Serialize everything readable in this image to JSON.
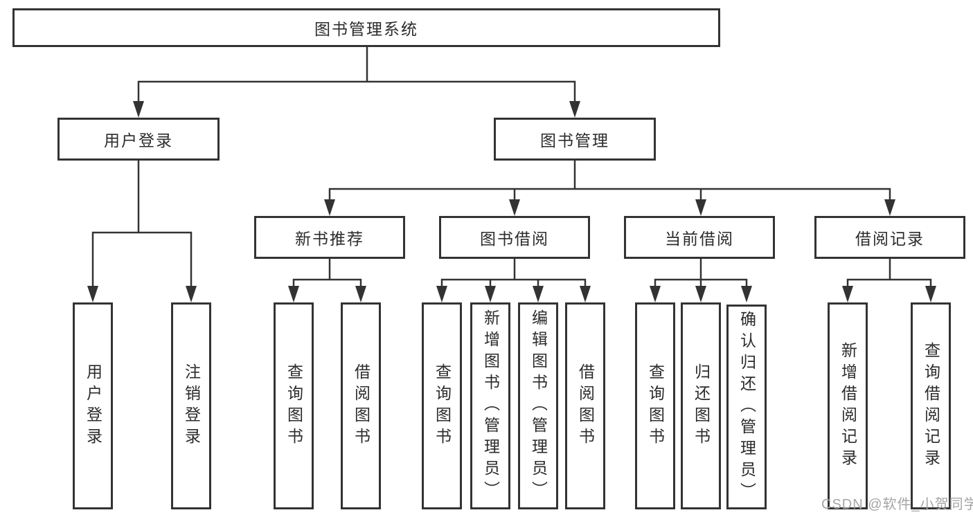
{
  "diagram_title": "图书管理系统",
  "tree": {
    "label": "图书管理系统",
    "children": [
      {
        "label": "用户登录",
        "children": [
          {
            "label": "用户登录"
          },
          {
            "label": "注销登录"
          }
        ]
      },
      {
        "label": "图书管理",
        "children": [
          {
            "label": "新书推荐",
            "children": [
              {
                "label": "查询图书"
              },
              {
                "label": "借阅图书"
              }
            ]
          },
          {
            "label": "图书借阅",
            "children": [
              {
                "label": "查询图书"
              },
              {
                "label": "新增图书（管理员）"
              },
              {
                "label": "编辑图书（管理员）"
              },
              {
                "label": "借阅图书"
              }
            ]
          },
          {
            "label": "当前借阅",
            "children": [
              {
                "label": "查询图书"
              },
              {
                "label": "归还图书"
              },
              {
                "label": "确认归还（管理员）"
              }
            ]
          },
          {
            "label": "借阅记录",
            "children": [
              {
                "label": "新增借阅记录"
              },
              {
                "label": "查询借阅记录"
              }
            ]
          }
        ]
      }
    ]
  },
  "watermark": "CSDN @软件_小贺同学",
  "colors": {
    "line": "#333333",
    "box_border": "#333333",
    "text": "#2b2b2b",
    "watermark": "#a5a5a5",
    "background": "#ffffff"
  }
}
